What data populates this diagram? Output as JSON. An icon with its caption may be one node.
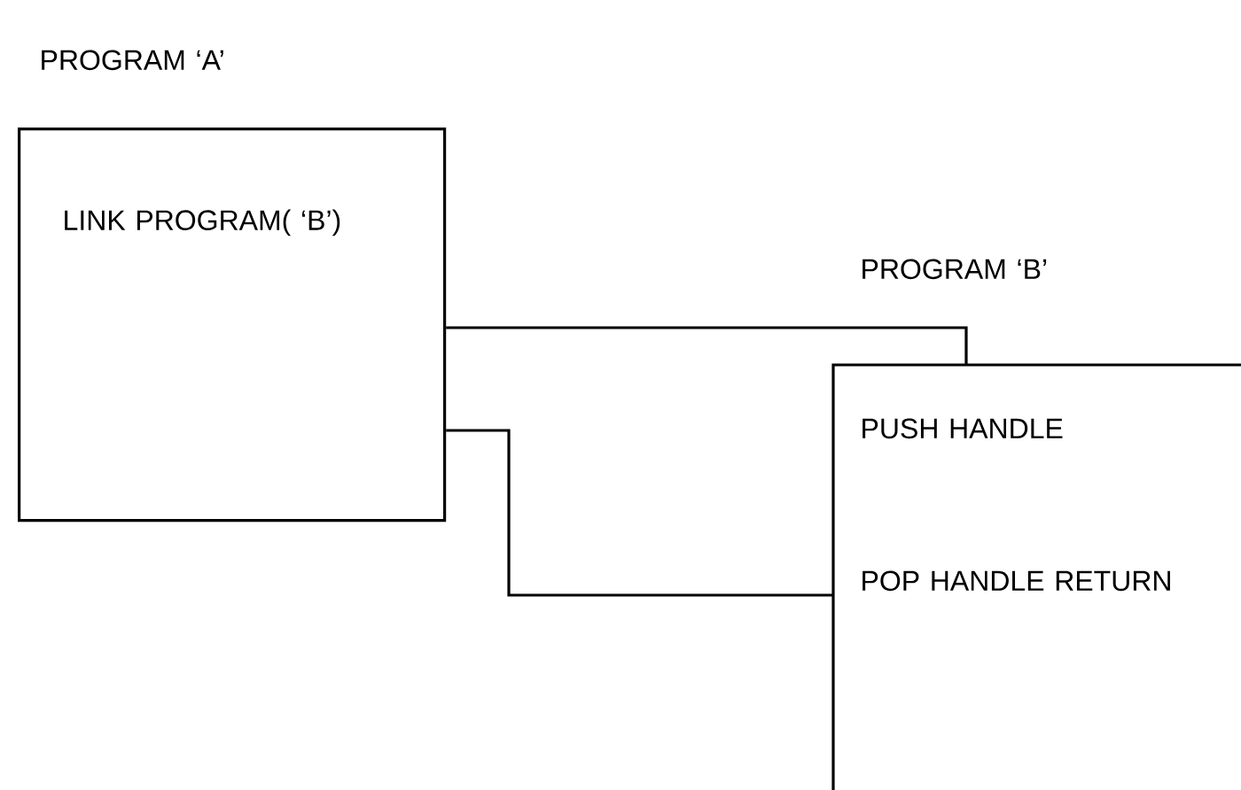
{
  "diagram": {
    "nodes": [
      {
        "text": [
          "PROGRAM ‘A’",
          "LINK PROGRAM( ‘B’)"
        ]
      },
      {
        "text": [
          "PROGRAM ‘B’",
          "PUSH HANDLE",
          "POP HANDLE RETURN"
        ]
      }
    ],
    "edges": [
      {
        "from": 0,
        "to": 1,
        "arrow": "none"
      },
      {
        "from": 0,
        "to": 1,
        "arrow": "none"
      }
    ]
  }
}
